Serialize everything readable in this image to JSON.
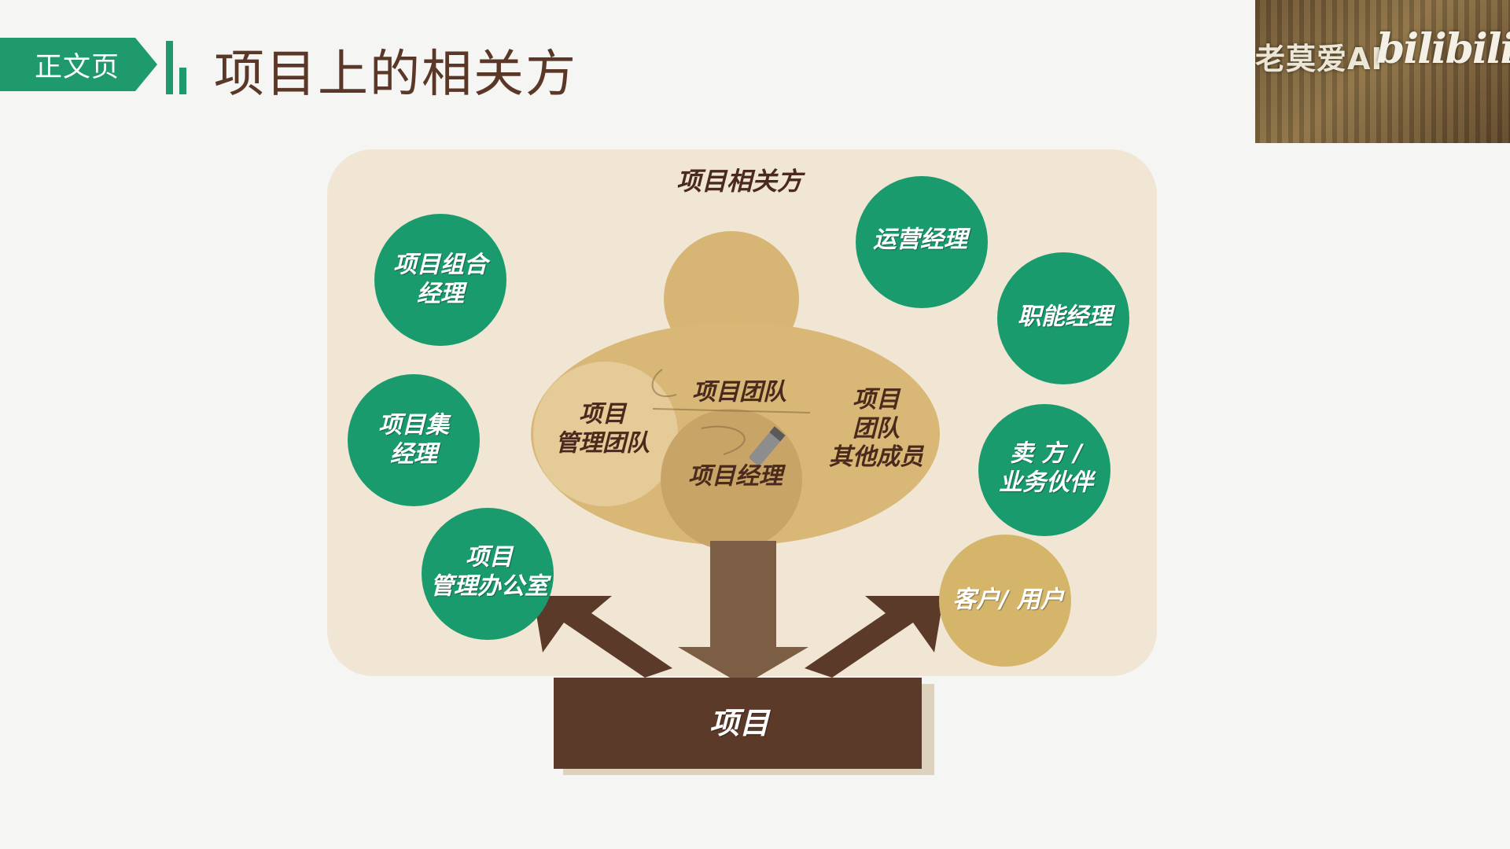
{
  "header": {
    "tag_label": "正文页",
    "title": "项目上的相关方"
  },
  "webcam": {
    "channel_name": "老莫爱AI",
    "platform_logo": "bilibili"
  },
  "diagram": {
    "panel_title": "项目相关方",
    "team_area": {
      "management_team": "项目\n管理团队",
      "project_team": "项目团队",
      "other_members": "项目\n团队\n其他成员",
      "project_manager": "项目经理"
    },
    "stakeholders_left": [
      "项目组合\n经理",
      "项目集\n经理",
      "项目\n管理办公室"
    ],
    "stakeholders_right": [
      "运营经理",
      "职能经理",
      "卖 方 /\n业务伙伴",
      "客户/ 用户"
    ],
    "base_label": "项目"
  },
  "colors": {
    "brand_green": "#1f9a6c",
    "title_brown": "#5a3727",
    "panel_bg": "#f0e6d3",
    "team_tan": "#d9b877",
    "base_brown": "#5c3a2a"
  }
}
